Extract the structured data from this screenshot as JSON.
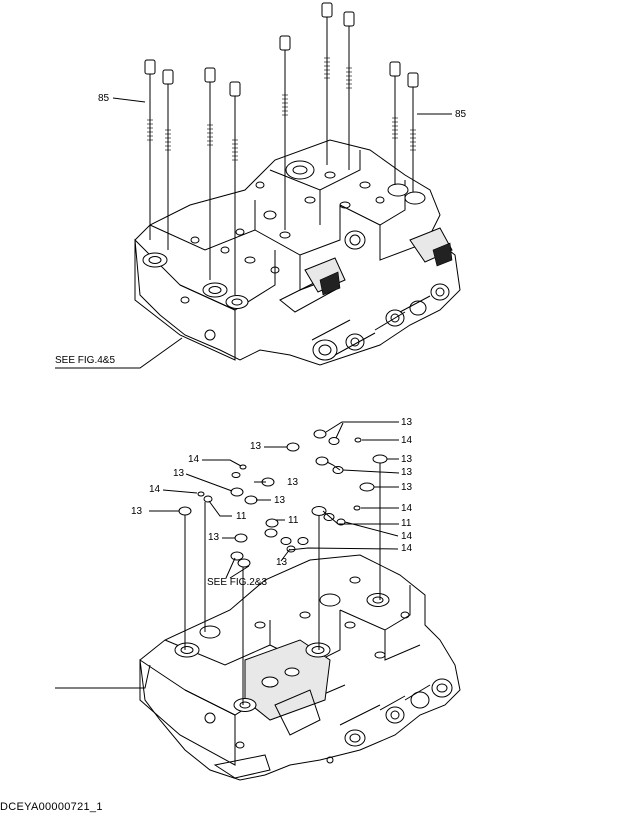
{
  "drawing_id": "DCEYA00000721_1",
  "upper_assembly": {
    "labels": [
      {
        "key": "bolt_left",
        "text": "85"
      },
      {
        "key": "bolt_right",
        "text": "85"
      },
      {
        "key": "see_ref",
        "text": "SEE FIG.4&5"
      }
    ]
  },
  "lower_assembly": {
    "labels": [
      {
        "key": "r1",
        "text": "13"
      },
      {
        "key": "r2",
        "text": "14"
      },
      {
        "key": "r3",
        "text": "13"
      },
      {
        "key": "r4",
        "text": "13"
      },
      {
        "key": "r5",
        "text": "13"
      },
      {
        "key": "r6",
        "text": "14"
      },
      {
        "key": "r7",
        "text": "11"
      },
      {
        "key": "r8",
        "text": "14"
      },
      {
        "key": "r9",
        "text": "14"
      },
      {
        "key": "l1",
        "text": "13"
      },
      {
        "key": "l2",
        "text": "14"
      },
      {
        "key": "l3",
        "text": "13"
      },
      {
        "key": "l4",
        "text": "13"
      },
      {
        "key": "l5",
        "text": "14"
      },
      {
        "key": "l6",
        "text": "11"
      },
      {
        "key": "l7",
        "text": "13"
      },
      {
        "key": "l8",
        "text": "11"
      },
      {
        "key": "l9",
        "text": "13"
      },
      {
        "key": "l10",
        "text": "13"
      },
      {
        "key": "l11",
        "text": "13"
      },
      {
        "key": "see_ref",
        "text": "SEE FIG.2&3"
      }
    ]
  }
}
